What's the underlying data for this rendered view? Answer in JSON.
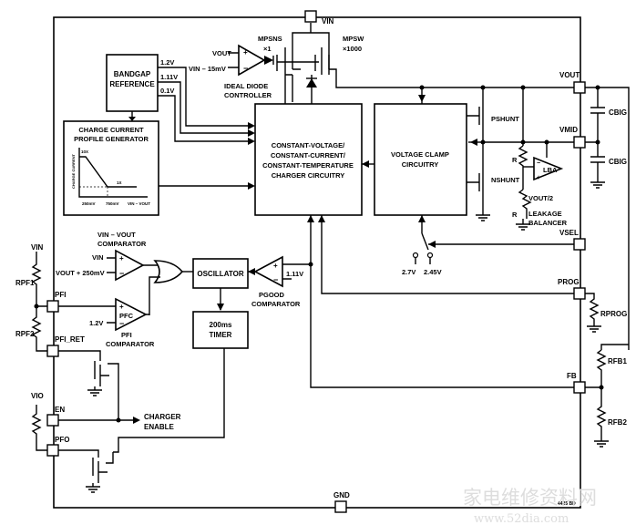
{
  "blocks": {
    "bandgap": [
      "BANDGAP",
      "REFERENCE"
    ],
    "charge_profile": [
      "CHARGE CURRENT",
      "PROFILE GENERATOR"
    ],
    "cv_cc": [
      "CONSTANT-VOLTAGE/",
      "CONSTANT-CURRENT/",
      "CONSTANT-TEMPERATURE",
      "CHARGER CIRCUITRY"
    ],
    "voltage_clamp": [
      "VOLTAGE CLAMP",
      "CIRCUITRY"
    ],
    "oscillator": "OSCILLATOR",
    "timer": [
      "200ms",
      "TIMER"
    ]
  },
  "graph": {
    "y_tick": "10X",
    "y_axis": "CHARGE CURRENT",
    "level": "1X",
    "x_tick_1": "250mV",
    "x_tick_2": "750mV",
    "x_axis": "VIN – VOUT"
  },
  "refs": {
    "v1": "1.2V",
    "v2": "1.11V",
    "v3": "0.1V"
  },
  "diode": {
    "plus_in": "VOUT",
    "minus_in": "VIN – 15mV",
    "label": [
      "IDEAL DIODE",
      "CONTROLLER"
    ]
  },
  "mosfets": {
    "mpsns": "MPSNS",
    "mpsns_ratio": "×1",
    "mpsw": "MPSW",
    "mpsw_ratio": "×1000",
    "pshunt": "PSHUNT",
    "nshunt": "NSHUNT"
  },
  "pins": {
    "vin": "VIN",
    "vout": "VOUT",
    "vmid": "VMID",
    "vsel": "VSEL",
    "prog": "PROG",
    "fb": "FB",
    "gnd": "GND",
    "pfi": "PFI",
    "pfi_ret": "PFI_RET",
    "en": "EN",
    "pfo": "PFO"
  },
  "comparators": {
    "vin_vout_label": [
      "VIN – VOUT",
      "COMPARATOR"
    ],
    "vin_vout_plus": "VIN",
    "vin_vout_minus": "VOUT + 250mV",
    "pfc": "PFC",
    "pfc_ref": "1.2V",
    "pfi_label": [
      "PFI",
      "COMPARATOR"
    ],
    "pgood_ref": "1.11V",
    "pgood_label": [
      "PGOOD",
      "COMPARATOR"
    ]
  },
  "lba": {
    "name": "LBA",
    "ref": "VOUT/2",
    "label": [
      "LEAKAGE",
      "BALANCER"
    ],
    "r_top": "R",
    "r_bot": "R"
  },
  "vsel_options": {
    "a": "2.7V",
    "b": "2.45V"
  },
  "external": {
    "cbig1": "CBIG",
    "cbig2": "CBIG",
    "rprog": "RPROG",
    "rfb1": "RFB1",
    "rfb2": "RFB2",
    "rpf1": "RPF1",
    "rpf2": "RPF2",
    "vin_ext": "VIN",
    "vio": "VIO"
  },
  "charger_enable": [
    "CHARGER",
    "ENABLE"
  ],
  "figure_id": "4425 BD",
  "watermark": "家电维修资料网",
  "watermark_url": "www.52dia.com"
}
